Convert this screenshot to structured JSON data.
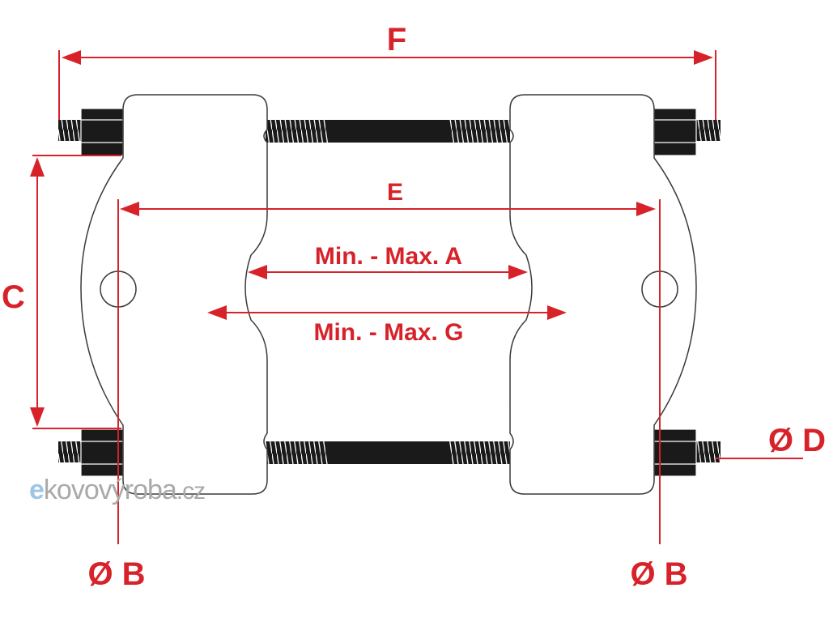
{
  "labels": {
    "F": "F",
    "E": "E",
    "C": "C",
    "A": "Min. - Max. A",
    "G": "Min. - Max. G",
    "D": "Ø D",
    "B_left": "Ø B",
    "B_right": "Ø B"
  },
  "watermark": {
    "prefix": "e",
    "main": "kovovýroba",
    "tld": ".cz"
  },
  "colors": {
    "dimension": "#d7222a",
    "outline": "#3a3a3a",
    "thread": "#1a1a1a",
    "watermark_accent": "#9cc6e4",
    "watermark_text": "#a9a9a9"
  }
}
